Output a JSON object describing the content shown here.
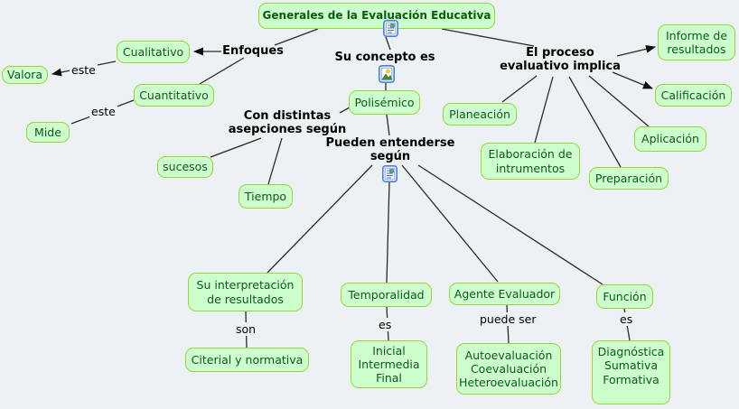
{
  "map_title": "Generales de la Evaluación Educativa",
  "colors": {
    "background": "#ecf1f3",
    "node_fill": "#ccffcc",
    "node_border": "#9fd13f",
    "node_text": "#0e5720",
    "line": "#2a2a2a",
    "icon_border": "#4a7fd4",
    "icon_fill": "#d8e8fa"
  },
  "nodes": {
    "title": {
      "label": "Generales de la Evaluación Educativa"
    },
    "cualitativo": {
      "label": "Cualitativo"
    },
    "valora": {
      "label": "Valora"
    },
    "cuantitativo": {
      "label": "Cuantitativo"
    },
    "mide": {
      "label": "Mide"
    },
    "polisemico": {
      "label": "Polisémico"
    },
    "sucesos": {
      "label": "sucesos"
    },
    "tiempo": {
      "label": "Tiempo"
    },
    "planeacion": {
      "label": "Planeación"
    },
    "elaboracion": {
      "label": "Elaboración de\nintrumentos"
    },
    "preparacion": {
      "label": "Preparación"
    },
    "aplicacion": {
      "label": "Aplicación"
    },
    "calificacion": {
      "label": "Calificación"
    },
    "informe": {
      "label": "Informe de\nresultados"
    },
    "interpretacion": {
      "label": "Su interpretación\nde resultados"
    },
    "citerial": {
      "label": "Citerial y normativa"
    },
    "temporalidad": {
      "label": "Temporalidad"
    },
    "inicial": {
      "label": "Inicial\nIntermedia\nFinal"
    },
    "agente": {
      "label": "Agente Evaluador"
    },
    "autoevaluacion": {
      "label": "Autoevaluación\nCoevaluación\nHeteroevaluación"
    },
    "funcion": {
      "label": "Función"
    },
    "diagnostica": {
      "label": "Diagnóstica\nSumativa\nFormativa"
    }
  },
  "linking_phrases": {
    "enfoques": "Enfoques",
    "su_concepto": "Su concepto es",
    "con_distintas": "Con distintas\nasepciones según",
    "pueden": "Pueden entenderse\nsegún",
    "proceso": "El proceso\nevaluativo implica"
  },
  "line_labels": {
    "este_valora": "este",
    "este_mide": "este",
    "son": "son",
    "es_temporalidad": "es",
    "puede_ser": "puede ser",
    "es_funcion": "es"
  },
  "icons": {
    "title_resource": "document-resource-icon",
    "concept_resource": "image-resource-icon",
    "pueden_resource": "document-resource-icon"
  }
}
